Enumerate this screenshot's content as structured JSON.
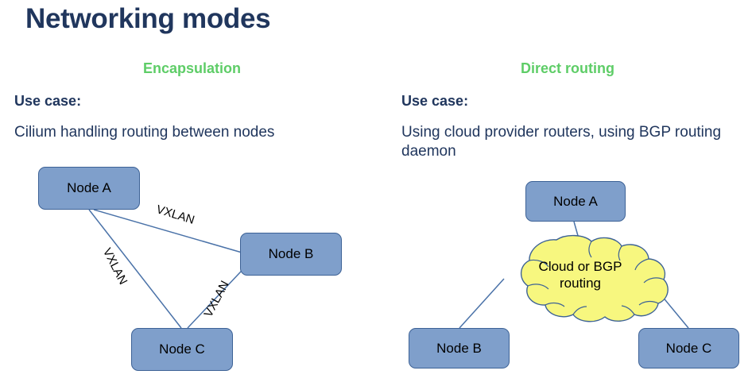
{
  "slide": {
    "title": "Networking modes",
    "background_color": "#ffffff",
    "title_color": "#20365d",
    "heading_color": "#5ecd67",
    "node_fill_color": "#7f9fcb",
    "node_border_color": "#3d6296",
    "cloud_fill_color": "#f7f77f",
    "cloud_border_color": "#3d6296",
    "link_color": "#4a72a8"
  },
  "columns": [
    {
      "id": "encapsulation",
      "heading": "Encapsulation",
      "usecase_label": "Use case:",
      "usecase_text": "Cilium handling routing between nodes",
      "diagram": {
        "type": "mesh",
        "nodes": [
          {
            "id": "node-a",
            "label": "Node A"
          },
          {
            "id": "node-b",
            "label": "Node B"
          },
          {
            "id": "node-c",
            "label": "Node C"
          }
        ],
        "links": [
          {
            "from": "node-a",
            "to": "node-b",
            "label": "VXLAN"
          },
          {
            "from": "node-a",
            "to": "node-c",
            "label": "VXLAN"
          },
          {
            "from": "node-b",
            "to": "node-c",
            "label": "VXLAN"
          }
        ]
      }
    },
    {
      "id": "direct-routing",
      "heading": "Direct routing",
      "usecase_label": "Use case:",
      "usecase_text": "Using cloud provider routers, using BGP routing daemon",
      "diagram": {
        "type": "hub-and-spoke",
        "hub": {
          "id": "cloud",
          "label_line1": "Cloud or BGP",
          "label_line2": "routing"
        },
        "nodes": [
          {
            "id": "node-a",
            "label": "Node A"
          },
          {
            "id": "node-b",
            "label": "Node B"
          },
          {
            "id": "node-c",
            "label": "Node C"
          }
        ],
        "links": [
          {
            "from": "node-a",
            "to": "cloud",
            "label": ""
          },
          {
            "from": "node-b",
            "to": "cloud",
            "label": ""
          },
          {
            "from": "node-c",
            "to": "cloud",
            "label": ""
          }
        ]
      }
    }
  ]
}
